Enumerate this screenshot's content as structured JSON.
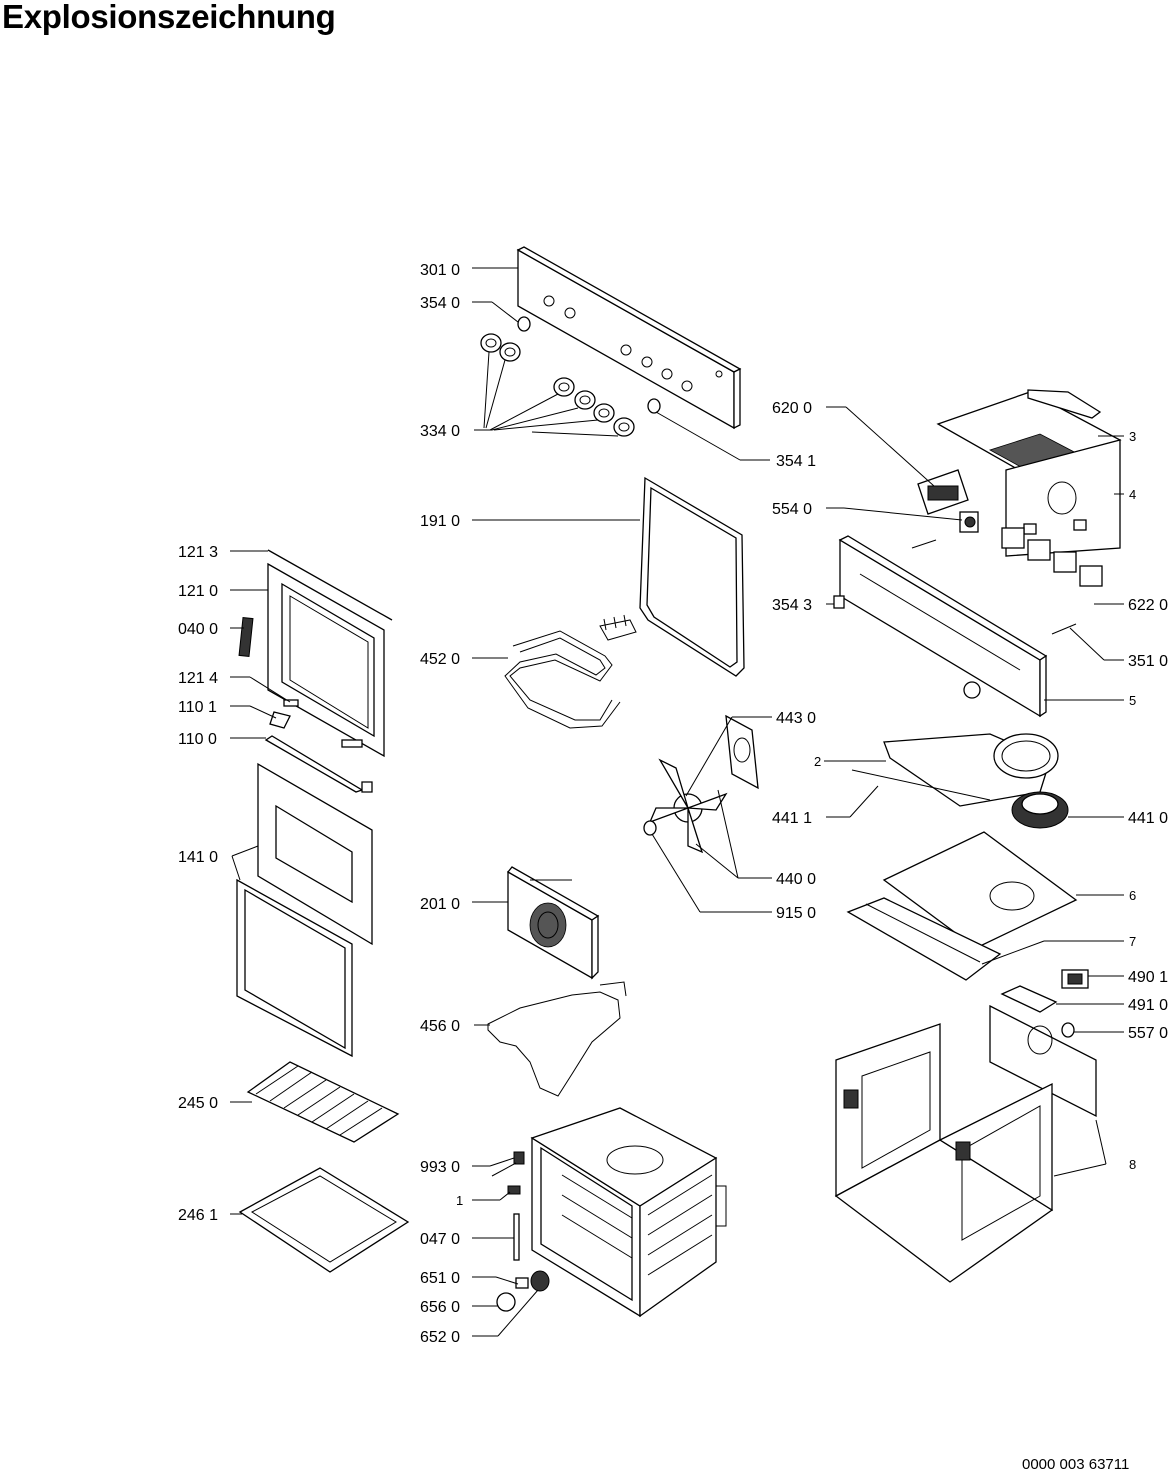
{
  "title": "Explosionszeichnung",
  "document_number": "0000 003 63711",
  "labels": {
    "p3010": "301 0",
    "p3540": "354 0",
    "p3340": "334 0",
    "p3541": "354 1",
    "p1910": "191 0",
    "p4520": "452 0",
    "p2010": "201 0",
    "p4560": "456 0",
    "p9930": "993 0",
    "p1": "1",
    "p0470": "047 0",
    "p6510": "651 0",
    "p6560": "656 0",
    "p6520": "652 0",
    "p1213": "121 3",
    "p1210": "121 0",
    "p0400": "040 0",
    "p1214": "121 4",
    "p1101": "110 1",
    "p1100": "110 0",
    "p1410": "141 0",
    "p2450": "245 0",
    "p2461": "246 1",
    "p6200": "620 0",
    "p5540": "554 0",
    "p3543": "354 3",
    "p6220": "622 0",
    "p3510": "351 0",
    "p4430": "443 0",
    "p4411": "441 1",
    "p4410": "441 0",
    "p4400": "440 0",
    "p9150": "915 0",
    "p4901": "490 1",
    "p4910": "491 0",
    "p5570": "557 0",
    "a2": "2",
    "a3": "3",
    "a4": "4",
    "a5": "5",
    "a6": "6",
    "a7": "7",
    "a8": "8"
  }
}
